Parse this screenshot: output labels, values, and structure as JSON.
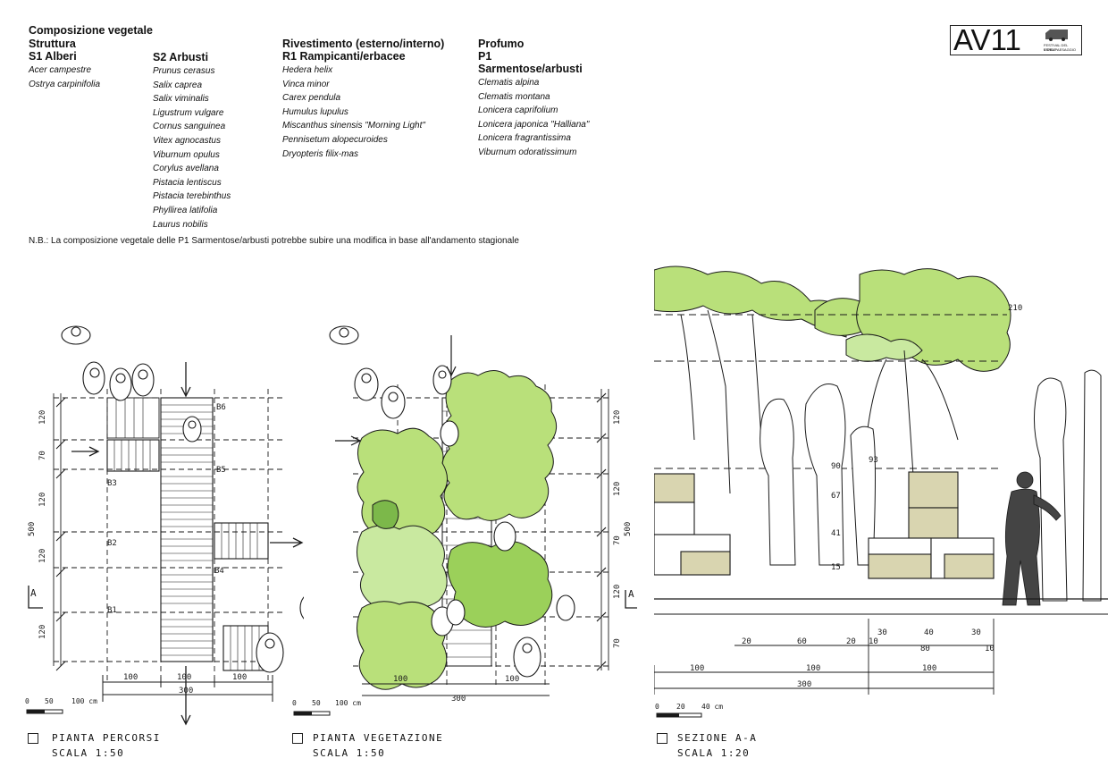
{
  "header": {
    "title": "Composizione vegetale",
    "columns": [
      {
        "group": "Struttura",
        "code": "S1 Alberi",
        "items": [
          "Acer campestre",
          "Ostrya carpinifolia"
        ]
      },
      {
        "group": "",
        "code": "S2 Arbusti",
        "items": [
          "Prunus cerasus",
          "Salix caprea",
          "Salix viminalis",
          "Ligustrum vulgare",
          "Cornus sanguinea",
          "Vitex agnocastus",
          "Viburnum opulus",
          "Corylus avellana",
          "Pistacia lentiscus",
          "Pistacia terebinthus",
          "Phyllirea latifolia",
          "Laurus nobilis"
        ]
      },
      {
        "group": "Rivestimento (esterno/interno)",
        "code": "R1 Rampicanti/erbacee",
        "items": [
          "Hedera helix",
          "Vinca minor",
          "Carex pendula",
          "Humulus lupulus",
          "Miscanthus sinensis \"Morning Light\"",
          "Pennisetum alopecuroides",
          "Dryopteris filix-mas"
        ]
      },
      {
        "group": "Profumo",
        "code": "P1 Sarmentose/arbusti",
        "items": [
          "Clematis alpina",
          "Clematis montana",
          "Lonicera caprifolium",
          "Lonicera japonica \"Halliana\"",
          "Lonicera fragrantissima",
          "Viburnum odoratissimum"
        ]
      }
    ],
    "note": "N.B.: La composizione vegetale delle P1 Sarmentose/arbusti potrebbe subire una modifica in base all'andamento stagionale"
  },
  "logo": {
    "text": "AV11",
    "subtitle_line1": "FESTIVAL DEL VERDE",
    "subtitle_line2": "E DEL PAESAGGIO"
  },
  "drawings": [
    {
      "title": "PIANTA PERCORSI",
      "scale": "SCALA 1:50",
      "scale_bar": [
        "0",
        "50",
        "100 cm"
      ],
      "dims_bottom": [
        "100",
        "100",
        "100",
        "300"
      ],
      "dims_left": [
        "120",
        "70",
        "120",
        "120",
        "120",
        "500"
      ],
      "labels": [
        "B6",
        "B5",
        "B3",
        "B2",
        "B4",
        "B1"
      ],
      "section_mark": "A"
    },
    {
      "title": "PIANTA VEGETAZIONE",
      "scale": "SCALA 1:50",
      "scale_bar": [
        "0",
        "50",
        "100 cm"
      ],
      "dims_bottom": [
        "100",
        "100",
        "300"
      ],
      "dims_right": [
        "120",
        "120",
        "70",
        "120",
        "70",
        "500"
      ],
      "section_mark": "A"
    },
    {
      "title": "SEZIONE A-A",
      "scale": "SCALA 1:20",
      "scale_bar": [
        "0",
        "20",
        "40 cm"
      ],
      "dims_top": [
        "20",
        "60",
        "20",
        "10",
        "80",
        "30",
        "40",
        "30",
        "10"
      ],
      "dims_bottom": [
        "100",
        "100",
        "100",
        "300"
      ],
      "heights": [
        "210",
        "90",
        "93",
        "67",
        "41",
        "15"
      ]
    }
  ],
  "colors": {
    "green_light": "#b9e07a",
    "green_mid": "#9bd05a",
    "green_dark": "#7cb84a",
    "sand": "#d9d5b0",
    "ink": "#1a1a1a"
  }
}
